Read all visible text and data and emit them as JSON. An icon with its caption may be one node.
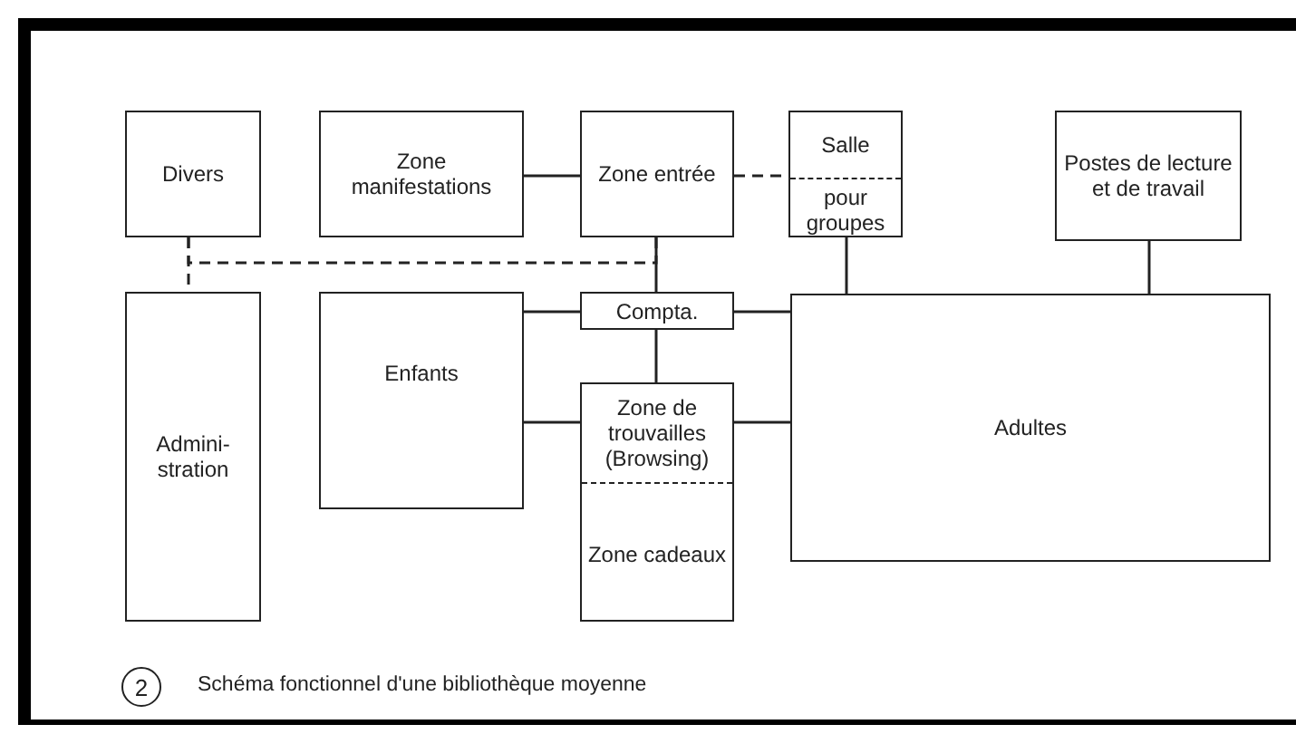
{
  "diagram": {
    "caption": "Schéma fonctionnel d'une bibliothèque moyenne",
    "nodes": [
      {
        "text": [
          "Divers"
        ]
      },
      {
        "text": [
          "Zone manifestations"
        ]
      },
      {
        "text": [
          "Zone entrée"
        ]
      },
      {
        "text": [
          "Salle",
          "pour groupes"
        ]
      },
      {
        "text": [
          "Postes de lecture et de travail"
        ]
      },
      {
        "text": [
          "Compta."
        ]
      },
      {
        "text": [
          "Adultes"
        ]
      },
      {
        "text": [
          "Admini- stration"
        ]
      },
      {
        "text": [
          "Enfants"
        ]
      },
      {
        "text": [
          "Zone de trouvailles (Browsing)",
          "Zone cadeaux"
        ]
      }
    ],
    "edges": [
      {
        "from": 1,
        "to": 2,
        "arrow": "none"
      },
      {
        "from": 2,
        "to": 3,
        "arrow": "none",
        "style": "dashed"
      },
      {
        "from": 0,
        "to": 7,
        "arrow": "none",
        "style": "dashed"
      },
      {
        "from": 0,
        "to": 2,
        "arrow": "none",
        "style": "dashed"
      },
      {
        "from": 2,
        "to": 5,
        "arrow": "none"
      },
      {
        "from": 8,
        "to": 5,
        "arrow": "none"
      },
      {
        "from": 5,
        "to": 6,
        "arrow": "none"
      },
      {
        "from": 5,
        "to": 9,
        "arrow": "none"
      },
      {
        "from": 8,
        "to": 9,
        "arrow": "none"
      },
      {
        "from": 9,
        "to": 6,
        "arrow": "none"
      },
      {
        "from": 3,
        "to": 6,
        "arrow": "none"
      },
      {
        "from": 4,
        "to": 6,
        "arrow": "none"
      }
    ],
    "labels": [
      "2"
    ]
  }
}
